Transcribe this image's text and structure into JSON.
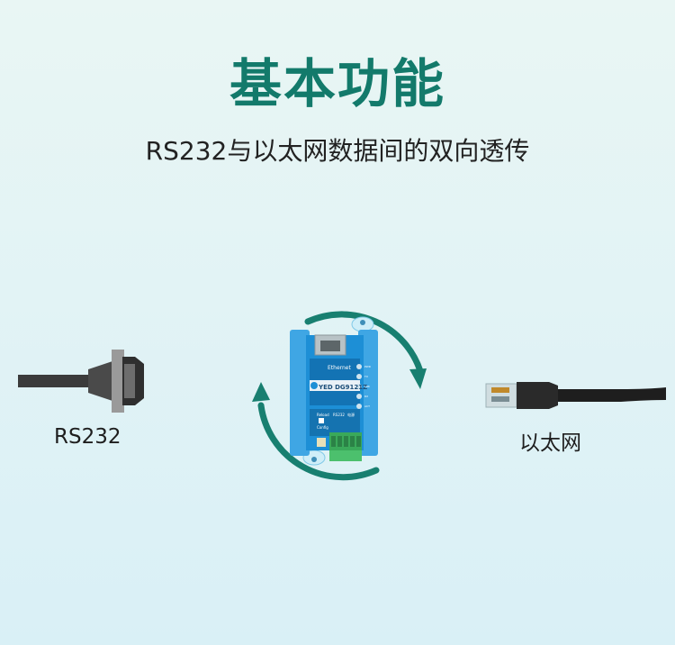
{
  "title": "基本功能",
  "subtitle": "RS232与以太网数据间的双向透传",
  "labels": {
    "left": "RS232",
    "right": "以太网"
  },
  "device": {
    "model": "YED DG9121Z",
    "port_label": "Ethernet",
    "panel_labels": {
      "reset": "Reload",
      "power": "Config",
      "rs232": "RS232",
      "power_in": "电源"
    },
    "leds": [
      "PWR",
      "TX",
      "LNK",
      "RX",
      "ACT"
    ]
  },
  "colors": {
    "title": "#137a6b",
    "arrow": "#187f70",
    "device_blue": "#1d8fd6",
    "terminal_green": "#3aa95a"
  }
}
